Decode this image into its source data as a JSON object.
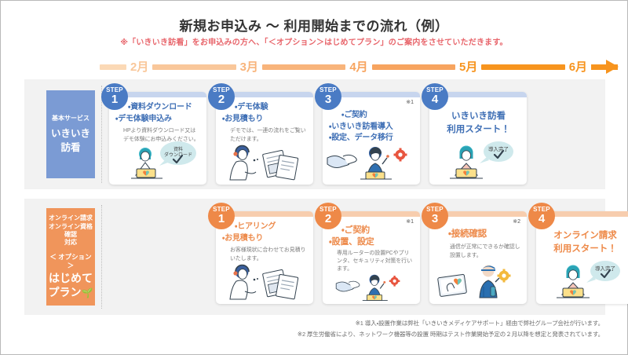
{
  "header": {
    "title": "新規お申込み ～ 利用開始までの流れ（例）",
    "subtitle": "※「いきいき訪看」をお申込みの方へ、「＜オプション＞はじめてプラン」のご案内をさせていただきます。"
  },
  "timeline": {
    "months": [
      "2月",
      "3月",
      "4月",
      "5月",
      "6月"
    ],
    "colors": [
      "#fbd9b6",
      "#f9c79a",
      "#f8b47b",
      "#f7a45f",
      "#f7941e"
    ],
    "arrow_color": "#f7941e"
  },
  "rows": [
    {
      "id": "basic",
      "accent": "#4a7bc4",
      "strip_color": "#c7d5ee",
      "label": {
        "small": "基本サービス",
        "big_line1": "いきいき",
        "big_line2": "訪看",
        "bg": "#7b9bd4"
      },
      "cards": [
        {
          "step_word": "STEP",
          "step_num": "1",
          "headline": [
            "・資料ダウンロード",
            "・デモ体験申込み"
          ],
          "desc": "HPより資料ダウンロード又はデモ体験にお申込みください。",
          "note": "",
          "illo": "laptop-woman-bubble",
          "bubble": "資料\nダウンロード"
        },
        {
          "step_word": "STEP",
          "step_num": "2",
          "headline": [
            "・デモ体験",
            "・お見積もり"
          ],
          "desc": "デモでは、一連の流れをご覧いただけます。",
          "note": "",
          "illo": "headset-woman-documents",
          "bubble": ""
        },
        {
          "step_word": "STEP",
          "step_num": "3",
          "headline": [
            "・ご契約",
            "・いきいき訪看導入",
            "・設定、データ移行"
          ],
          "desc": "",
          "note": "※1",
          "illo": "handshake-man-laptop",
          "bubble": ""
        },
        {
          "step_word": "STEP",
          "step_num": "4",
          "headline": [],
          "start_text": [
            "いきいき訪看",
            "利用スタート！"
          ],
          "desc": "",
          "note": "",
          "illo": "laptop-woman-done",
          "bubble": "導入完了"
        }
      ]
    },
    {
      "id": "option",
      "accent": "#ee8948",
      "strip_color": "#f7cdae",
      "label": {
        "small_line1": "オンライン請求",
        "small_line2": "オンライン資格確認",
        "small_line3": "対応",
        "mid": "＜ オプション ＞",
        "big_line1": "はじめて",
        "big_line2": "プラン",
        "bg": "#f0955b"
      },
      "cards": [
        {
          "step_word": "STEP",
          "step_num": "1",
          "headline": [
            "・ヒアリング",
            "・お見積もり"
          ],
          "desc": "お客様現状に合わせてお見積りいたします。",
          "note": "",
          "illo": "headset-woman-documents",
          "bubble": ""
        },
        {
          "step_word": "STEP",
          "step_num": "2",
          "headline": [
            "・ご契約",
            "・設置、設定"
          ],
          "desc": "専用ルーターの設置PCやプリンタ、セキュリティ対策を行います。",
          "note": "※1",
          "illo": "handshake-man-laptop",
          "bubble": ""
        },
        {
          "step_word": "STEP",
          "step_num": "3",
          "headline": [
            "・接続確認"
          ],
          "desc": "通信が正常にできるか確認し設置します。",
          "note": "※2",
          "illo": "tablet-worker",
          "bubble": ""
        },
        {
          "step_word": "STEP",
          "step_num": "4",
          "headline": [],
          "start_text": [
            "オンライン請求",
            "利用スタート！"
          ],
          "desc": "",
          "note": "",
          "illo": "laptop-woman-done",
          "bubble": "導入完了"
        }
      ]
    }
  ],
  "footnotes": [
    "※1 導入・設置作業は弊社「いきいきメディケアサポート」経由で弊社グループ会社が行います。",
    "※2 厚生労働省により、ネットワーク機器等の設置 時期はテスト作業開始予定の２月以降を想定と発表されています。"
  ]
}
